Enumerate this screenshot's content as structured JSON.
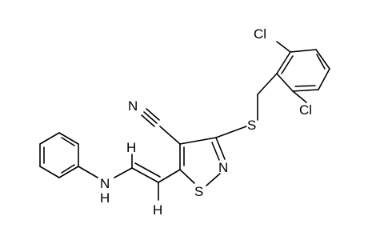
{
  "colors": {
    "bond": "#000000",
    "label": "#000000",
    "background": "#ffffff"
  },
  "atoms": {
    "cl_top": "Cl",
    "cl_bottom": "Cl",
    "s_thioether": "S",
    "s_ring": "S",
    "n_ring": "N",
    "n_nitrile": "N",
    "c_nitrile": "C",
    "nh_amine": "N",
    "nh_hydrogen": "H",
    "h_vinyl_top": "H",
    "h_vinyl_bottom": "H"
  }
}
